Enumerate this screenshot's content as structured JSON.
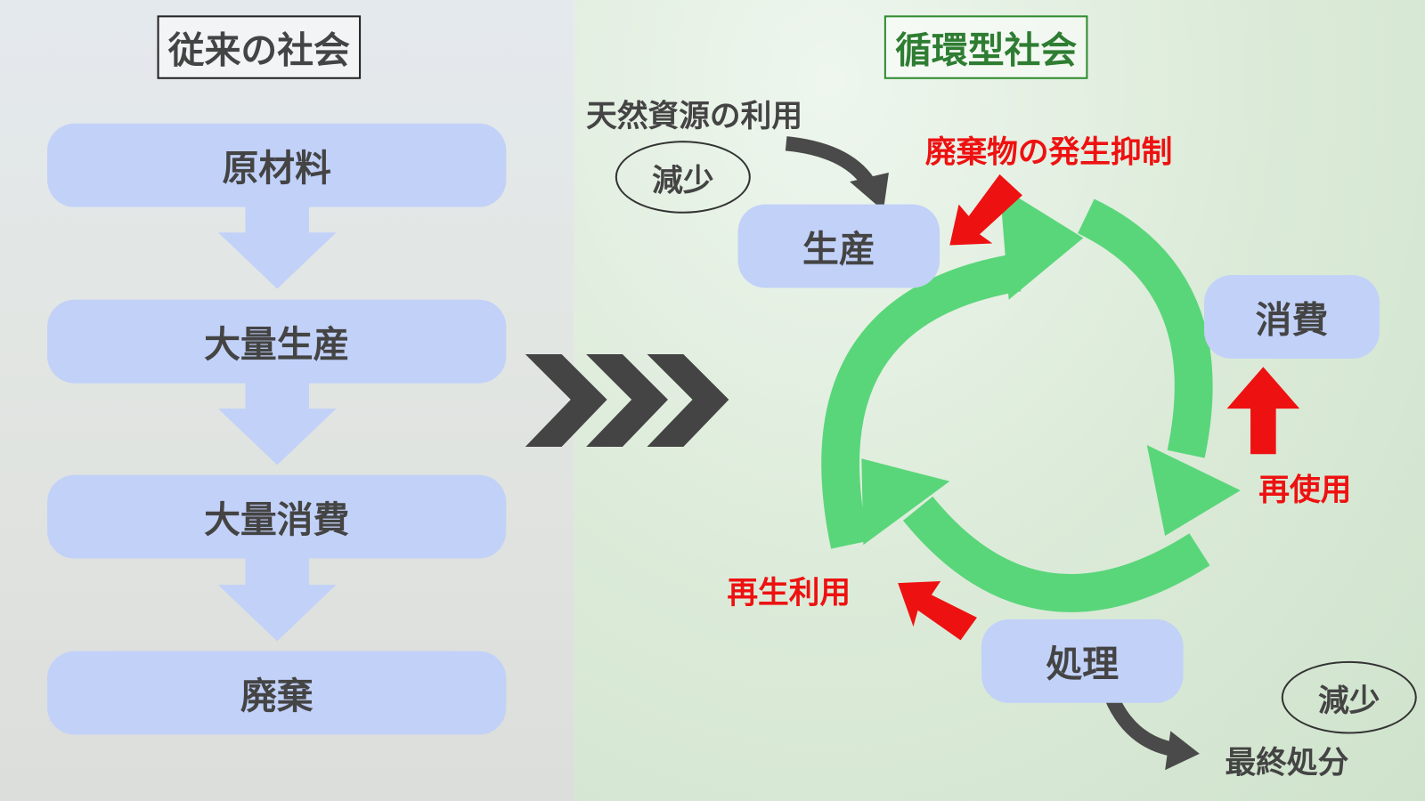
{
  "left": {
    "title": "従来の社会",
    "steps": [
      "原材料",
      "大量生産",
      "大量消費",
      "廃棄"
    ]
  },
  "right": {
    "title": "循環型社会",
    "natural_resources": "天然資源の利用",
    "reduce_top": "減少",
    "nodes": {
      "production": "生産",
      "consumption": "消費",
      "processing": "処理"
    },
    "labels": {
      "waste_reduction": "廃棄物の発生抑制",
      "reuse": "再使用",
      "recycle": "再生利用"
    },
    "final_disposal": "最終処分",
    "reduce_bottom": "減少"
  },
  "colors": {
    "pill": "#c2d1f8",
    "green": "#5ad67a",
    "red": "#ee1111",
    "arrow": "#4a4a4a"
  }
}
